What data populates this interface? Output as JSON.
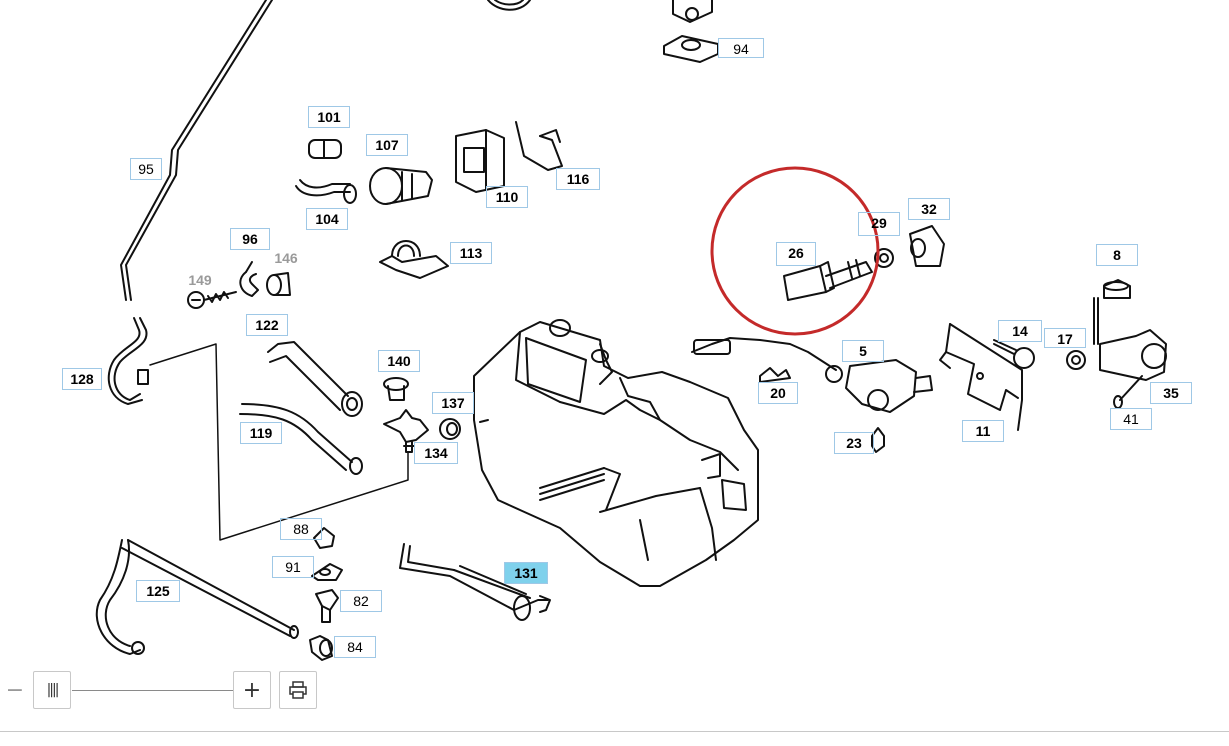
{
  "callouts": [
    {
      "id": "94",
      "x": 0,
      "y": 0
    },
    {
      "id": "95"
    },
    {
      "id": "101"
    },
    {
      "id": "107"
    },
    {
      "id": "104"
    },
    {
      "id": "110"
    },
    {
      "id": "116"
    },
    {
      "id": "113"
    },
    {
      "id": "96"
    },
    {
      "id": "146"
    },
    {
      "id": "149"
    },
    {
      "id": "122"
    },
    {
      "id": "128"
    },
    {
      "id": "140"
    },
    {
      "id": "137"
    },
    {
      "id": "119"
    },
    {
      "id": "134"
    },
    {
      "id": "88"
    },
    {
      "id": "91"
    },
    {
      "id": "82"
    },
    {
      "id": "84"
    },
    {
      "id": "125"
    },
    {
      "id": "131"
    },
    {
      "id": "26"
    },
    {
      "id": "29"
    },
    {
      "id": "32"
    },
    {
      "id": "8"
    },
    {
      "id": "14"
    },
    {
      "id": "17"
    },
    {
      "id": "5"
    },
    {
      "id": "20"
    },
    {
      "id": "23"
    },
    {
      "id": "11"
    },
    {
      "id": "35"
    },
    {
      "id": "41"
    }
  ],
  "highlighted": "131",
  "circled": "26",
  "highlight_color": "#7fd1ec",
  "circle_color": "#cc2222",
  "toolbar": {
    "zoom_out_icon": "minus-icon",
    "zoom_out_label": "−",
    "slider_icon": "slider-handle-icon",
    "slider_label": "||||",
    "zoom_in_icon": "plus-icon",
    "zoom_in_label": "+",
    "print_icon": "printer-icon"
  }
}
